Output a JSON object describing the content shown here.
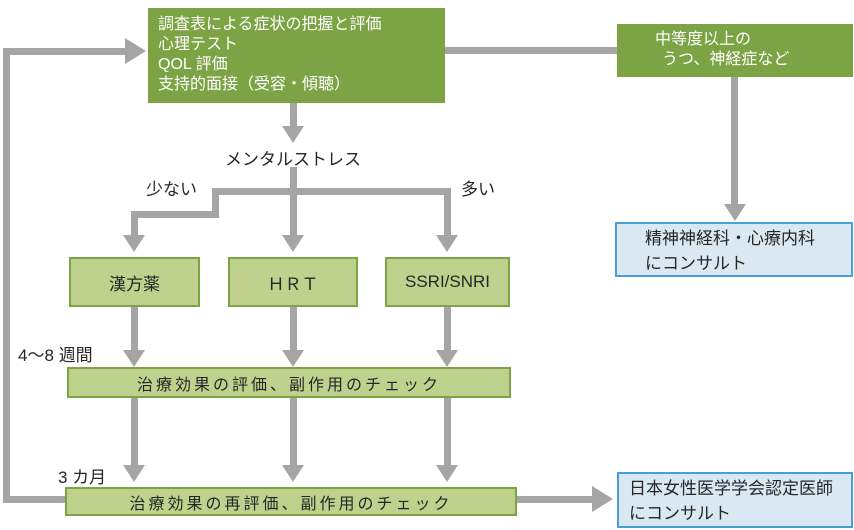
{
  "diagram": {
    "title_box": {
      "line1": "調査表による症状の把握と評価",
      "line2": "心理テスト",
      "line3": "QOL 評価",
      "line4": "支持的面接（受容・傾聴）"
    },
    "moderate_box": {
      "line1": "中等度以上の",
      "line2": "うつ、神経症など"
    },
    "mental_stress_label": "メンタルストレス",
    "branch_low_label": "少ない",
    "branch_high_label": "多い",
    "treatments": [
      {
        "label": "漢方薬"
      },
      {
        "label": "ＨＲＴ"
      },
      {
        "label": "SSRI/SNRI"
      }
    ],
    "period1_label": "4～8 週間",
    "eval_box_label": "治療効果の評価、副作用のチェック",
    "period2_label": "3 カ月",
    "reeval_box_label": "治療効果の再評価、副作用のチェック",
    "psychiatry_box": {
      "line1": "精神神経科・心療内科",
      "line2": "にコンサルト"
    },
    "certified_box": {
      "line1": "日本女性医学学会認定医師",
      "line2": "にコンサルト"
    },
    "colors": {
      "dark_green": "#7ca344",
      "light_green_fill": "#bed28d",
      "light_green_border": "#7ca344",
      "blue_border": "#49a0d6",
      "blue_fill": "#d9e8f3",
      "arrow_gray": "#a5a5a5",
      "text": "#262626",
      "text_on_green": "#ffffff"
    }
  }
}
